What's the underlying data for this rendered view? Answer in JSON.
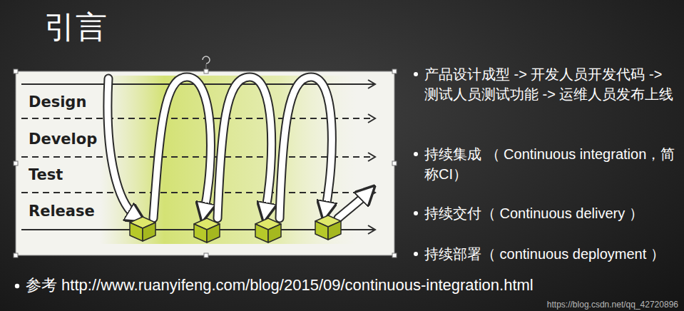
{
  "diagram": {
    "title": "引言",
    "labels": [
      "Design",
      "Develop",
      "Test",
      "Release",
      "产品设计成型 -> 开发人员开发代码 -> 测试人员测试功能 -> 运维人员发布上线",
      "持续集成 （ Continuous integration，简称CI）",
      "持续交付（ Continuous delivery ）",
      "持续部署（ continuous deployment ）",
      "参考 http://www.ruanyifeng.com/blog/2015/09/continuous-integration.html",
      "https://blog.csdn.net/qq_42720896"
    ]
  }
}
